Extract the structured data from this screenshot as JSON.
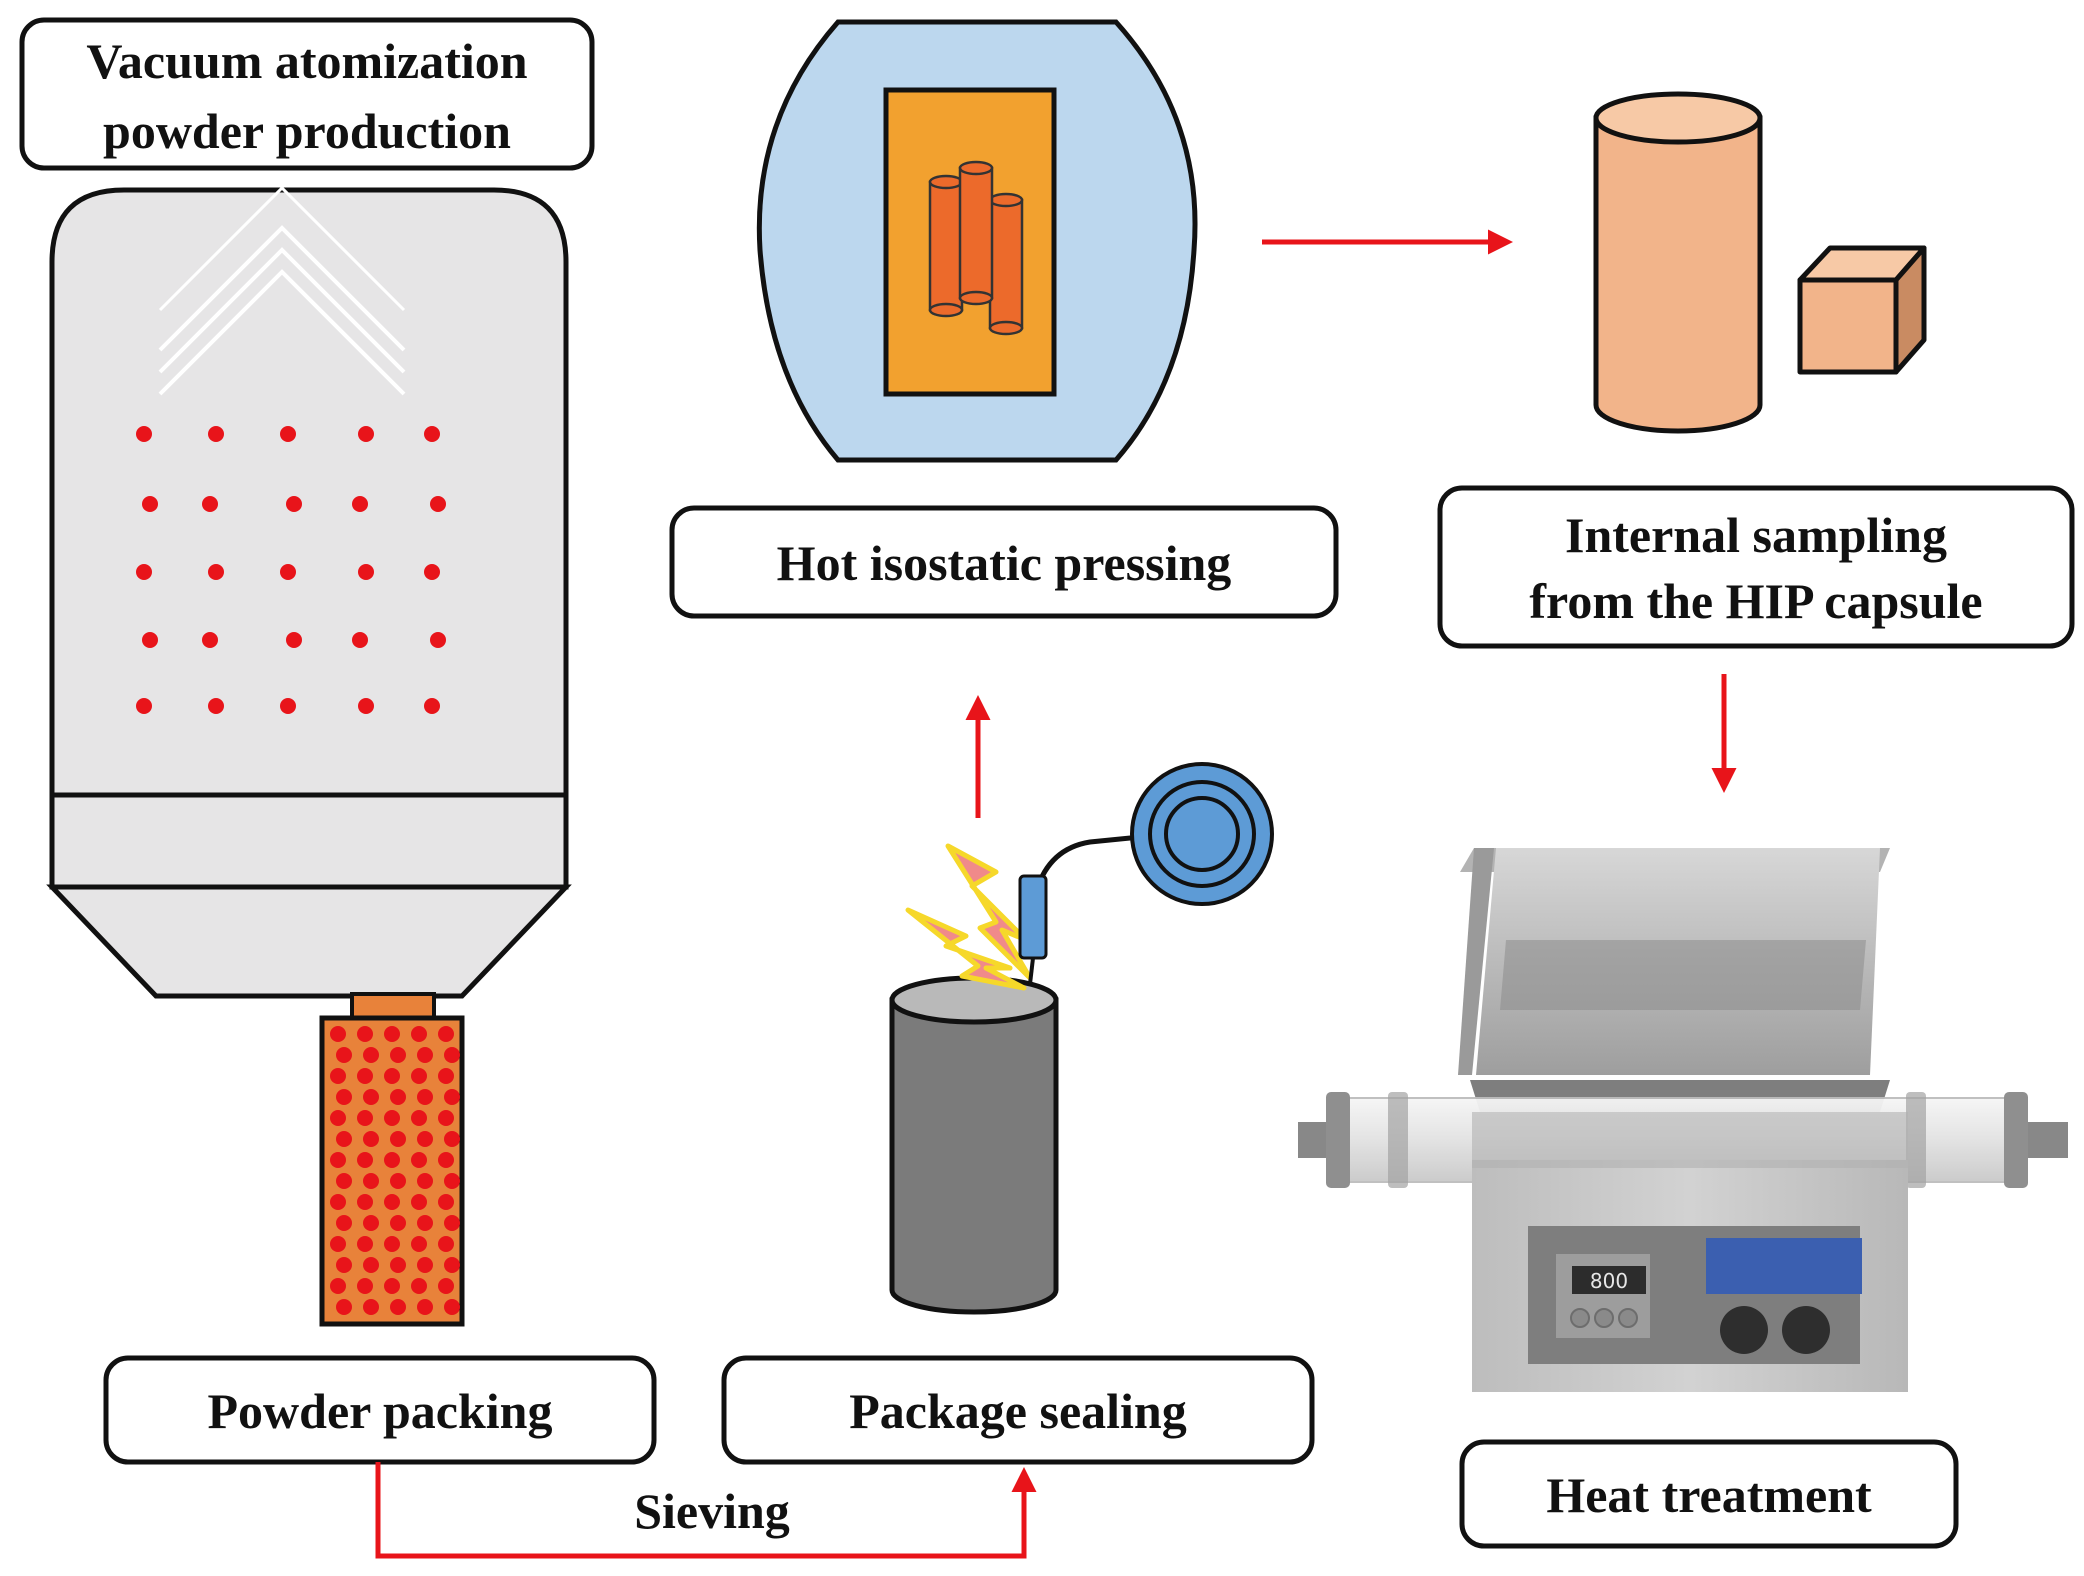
{
  "labels": {
    "vacuum_line1": "Vacuum atomization",
    "vacuum_line2": "powder production",
    "hip": "Hot isostatic pressing",
    "sampling_line1": "Internal sampling",
    "sampling_line2": "from the HIP capsule",
    "powder_packing": "Powder packing",
    "package_sealing": "Package sealing",
    "sieving": "Sieving",
    "heat_treatment": "Heat treatment",
    "furnace_display": "800"
  },
  "colors": {
    "arrow": "#e8141a",
    "droplet": "#e8141a",
    "chamber": "#e6e5e6",
    "hip_vessel": "#bcd7ee",
    "hip_capsule": "#f2a12f",
    "rods": "#ec6a2b",
    "sample": "#f2b48a",
    "sealed_can": "#7b7b7b",
    "electrode": "#5d9bd6",
    "furnace_panel": "#3b5fb0"
  }
}
